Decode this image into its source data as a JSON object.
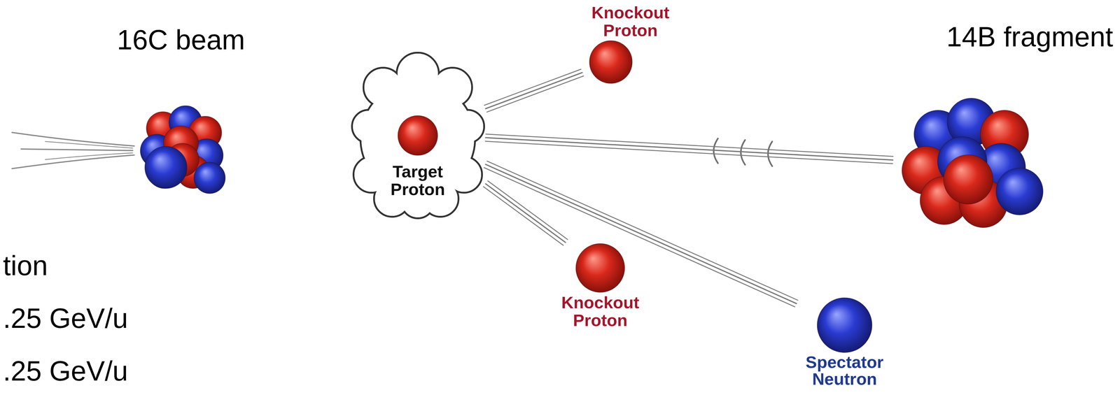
{
  "diagram": {
    "nodes": [
      {
        "text": [
          "16C beam"
        ]
      },
      {
        "text": [
          "Knockout Proton"
        ]
      },
      {
        "text": [
          "Target Proton"
        ]
      },
      {
        "text": [
          "14B fragment"
        ]
      },
      {
        "text": [
          "Knockout Proton"
        ]
      },
      {
        "text": [
          "Spectator Neutron"
        ]
      }
    ],
    "edges": [
      {
        "from": 2,
        "to": 1,
        "arrow": "none"
      },
      {
        "from": 2,
        "to": 3,
        "arrow": "none"
      },
      {
        "from": 2,
        "to": 4,
        "arrow": "none"
      },
      {
        "from": 2,
        "to": 5,
        "arrow": "none"
      }
    ],
    "labels": [
      "tion",
      ".25 GeV/u",
      ".25 GeV/u"
    ]
  }
}
